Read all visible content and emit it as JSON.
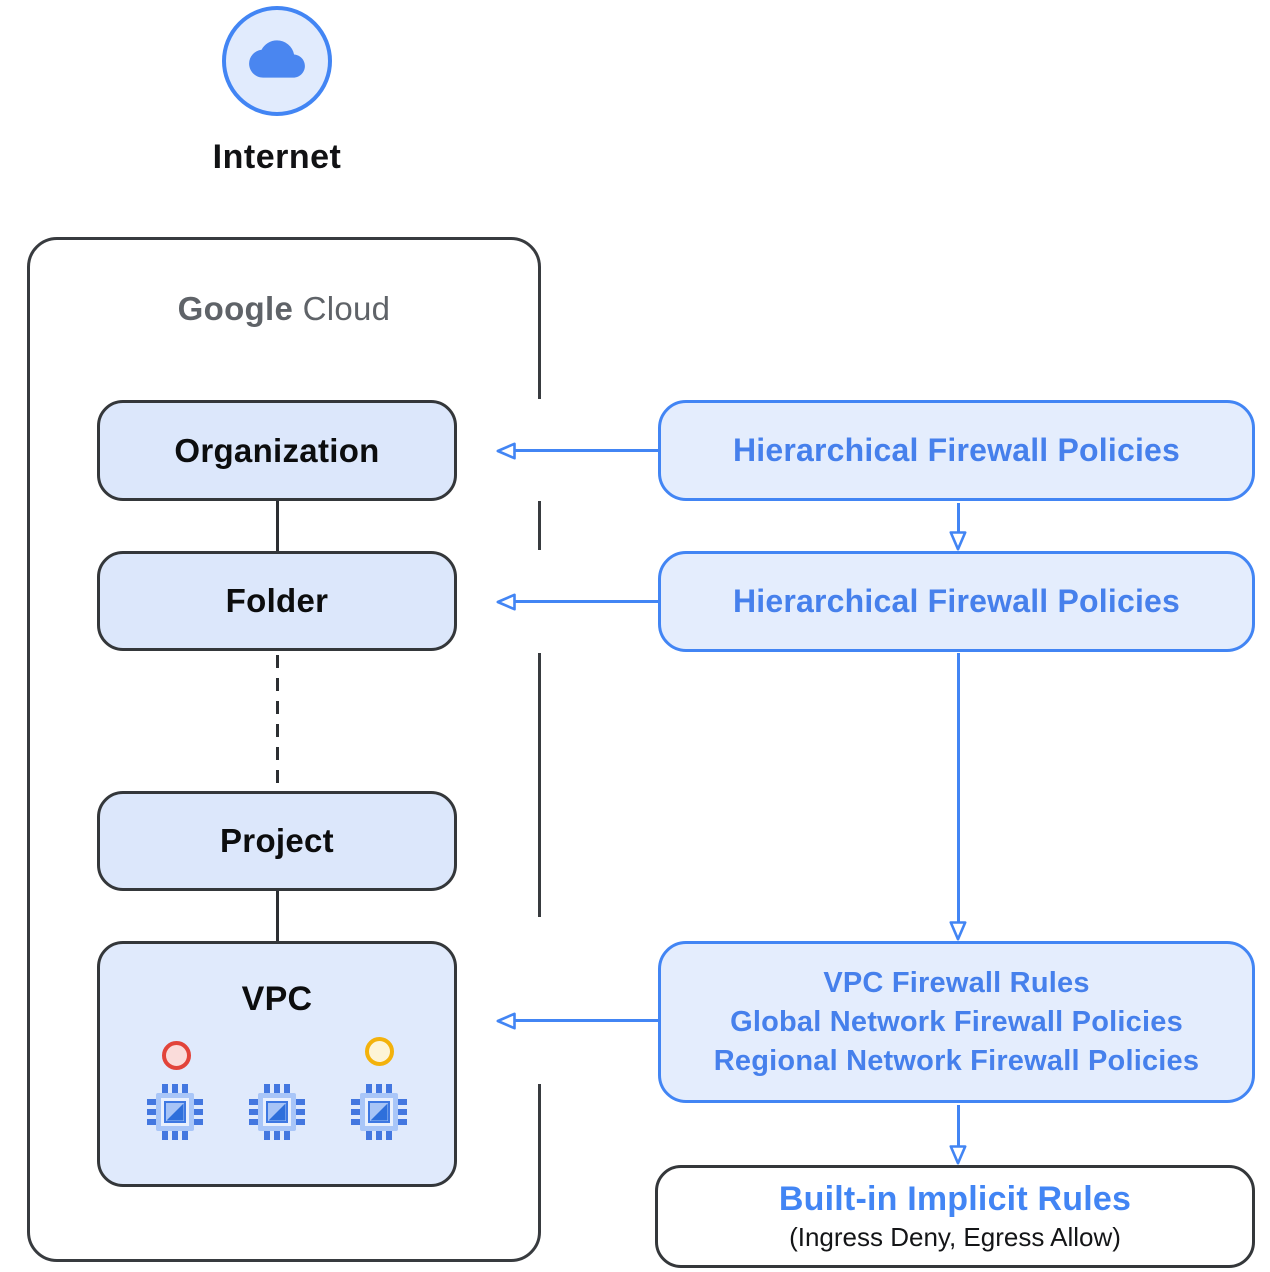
{
  "internet": {
    "label": "Internet",
    "icon": "cloud-icon"
  },
  "google_cloud": {
    "brand": "Google",
    "brand_suffix": " Cloud"
  },
  "hierarchy": {
    "organization": "Organization",
    "folder": "Folder",
    "project": "Project",
    "vpc": "VPC"
  },
  "right_column": {
    "hierarchical_policy_1": "Hierarchical Firewall Policies",
    "hierarchical_policy_2": "Hierarchical Firewall Policies",
    "rules": [
      "VPC Firewall Rules",
      "Global Network Firewall Policies",
      "Regional Network Firewall Policies"
    ],
    "builtin_title": "Built-in Implicit Rules",
    "builtin_subtitle": "(Ingress Deny, Egress Allow)"
  },
  "colors": {
    "accent_blue": "#4285f4",
    "light_blue_fill": "#dce7fb",
    "right_box_fill": "#e4edfd",
    "dark_border": "#34373a",
    "gray_text": "#5f6368",
    "red_status": "#e2443a",
    "yellow_status": "#f3b20c"
  }
}
